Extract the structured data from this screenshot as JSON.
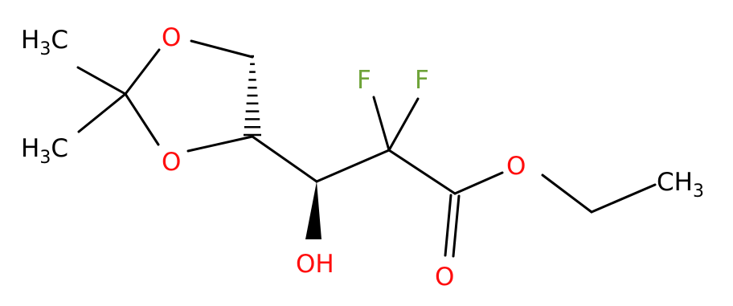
{
  "molecule": {
    "atoms": {
      "methyl_top": {
        "main": "H",
        "sub": "3",
        "tail": "C"
      },
      "methyl_mid": {
        "main": "H",
        "sub": "3",
        "tail": "C"
      },
      "methyl_right": {
        "main": "CH",
        "sub": "3"
      },
      "ring_o_top": "O",
      "ring_o_bottom": "O",
      "hydroxyl": "OH",
      "fluorine_left": "F",
      "fluorine_right": "F",
      "ester_o": "O",
      "carbonyl_o": "O"
    },
    "colors": {
      "bond": "#000000",
      "carbon_label": "#000000",
      "oxygen": "#ff0d0d",
      "fluorine": "#6fa43a"
    }
  }
}
